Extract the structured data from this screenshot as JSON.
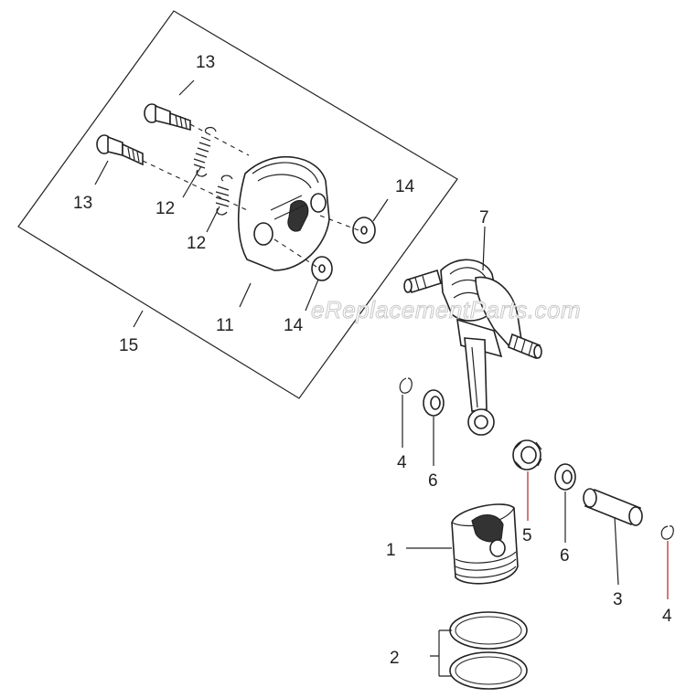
{
  "watermark": "eReplacementParts.com",
  "callouts": {
    "n13a": "13",
    "n13b": "13",
    "n12a": "12",
    "n12b": "12",
    "n14a": "14",
    "n14b": "14",
    "n11": "11",
    "n15": "15",
    "n7": "7",
    "n4a": "4",
    "n6a": "6",
    "n5": "5",
    "n6b": "6",
    "n3": "3",
    "n4b": "4",
    "n1": "1",
    "n2": "2"
  },
  "colors": {
    "line": "#222222",
    "leader_highlight": "#b33333",
    "watermark_outline": "#c9c9c9"
  }
}
